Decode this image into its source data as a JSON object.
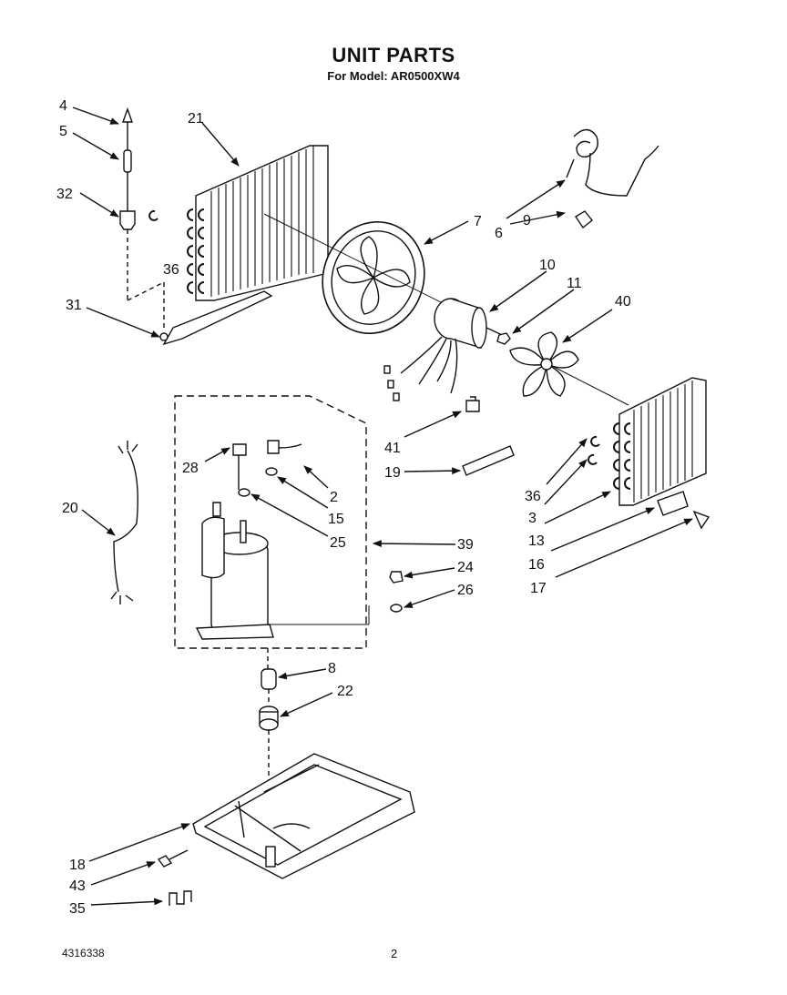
{
  "title": "UNIT PARTS",
  "subtitle": "For Model: AR0500XW4",
  "footer": {
    "doc_number": "4316338",
    "page_number": "2"
  },
  "callouts": {
    "p4": "4",
    "p5": "5",
    "p32": "32",
    "p21": "21",
    "p36a": "36",
    "p31": "31",
    "p7": "7",
    "p6": "6",
    "p9": "9",
    "p10": "10",
    "p11": "11",
    "p40": "40",
    "p41": "41",
    "p19": "19",
    "p36b": "36",
    "p3": "3",
    "p13": "13",
    "p16": "16",
    "p17": "17",
    "p28": "28",
    "p2": "2",
    "p15": "15",
    "p25": "25",
    "p39": "39",
    "p24": "24",
    "p26": "26",
    "p20": "20",
    "p8": "8",
    "p22": "22",
    "p18": "18",
    "p43": "43",
    "p35": "35"
  }
}
